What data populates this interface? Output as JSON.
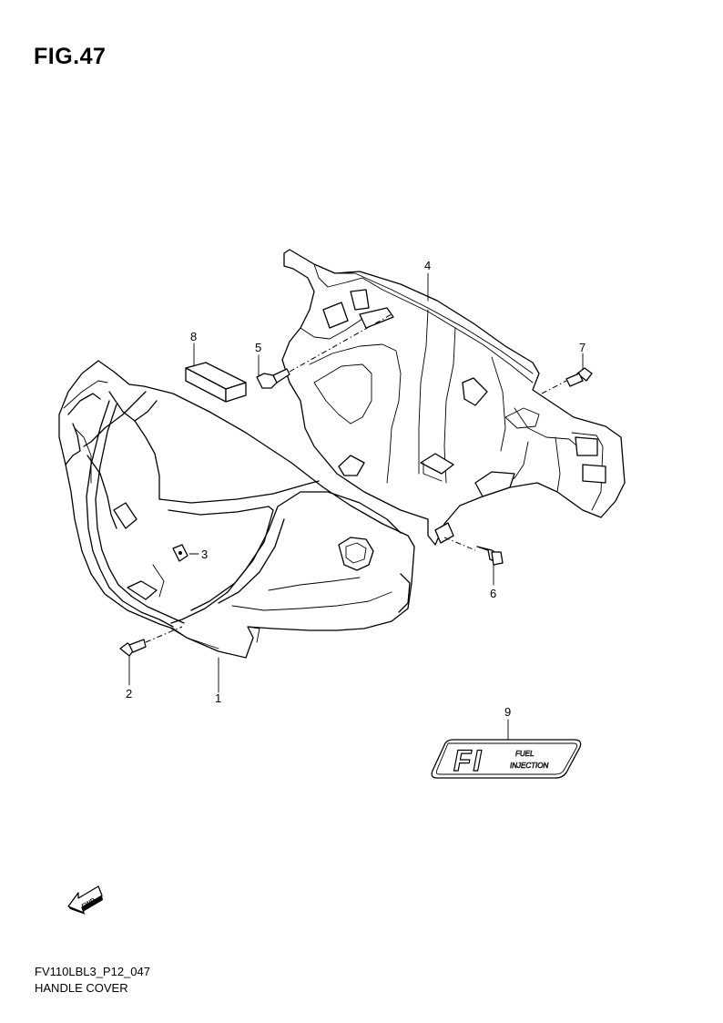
{
  "figure": {
    "title": "FIG.47",
    "code": "FV110LBL3_P12_047",
    "name": "HANDLE COVER"
  },
  "callouts": [
    {
      "id": "1",
      "label": "1"
    },
    {
      "id": "2",
      "label": "2"
    },
    {
      "id": "3",
      "label": "3"
    },
    {
      "id": "4",
      "label": "4"
    },
    {
      "id": "5",
      "label": "5"
    },
    {
      "id": "6",
      "label": "6"
    },
    {
      "id": "7",
      "label": "7"
    },
    {
      "id": "8",
      "label": "8"
    },
    {
      "id": "9",
      "label": "9"
    }
  ],
  "emblem": {
    "logo_text": "FI",
    "line1": "FUEL",
    "line2": "INJECTION"
  },
  "fwd_arrow": {
    "text": "FWD"
  }
}
